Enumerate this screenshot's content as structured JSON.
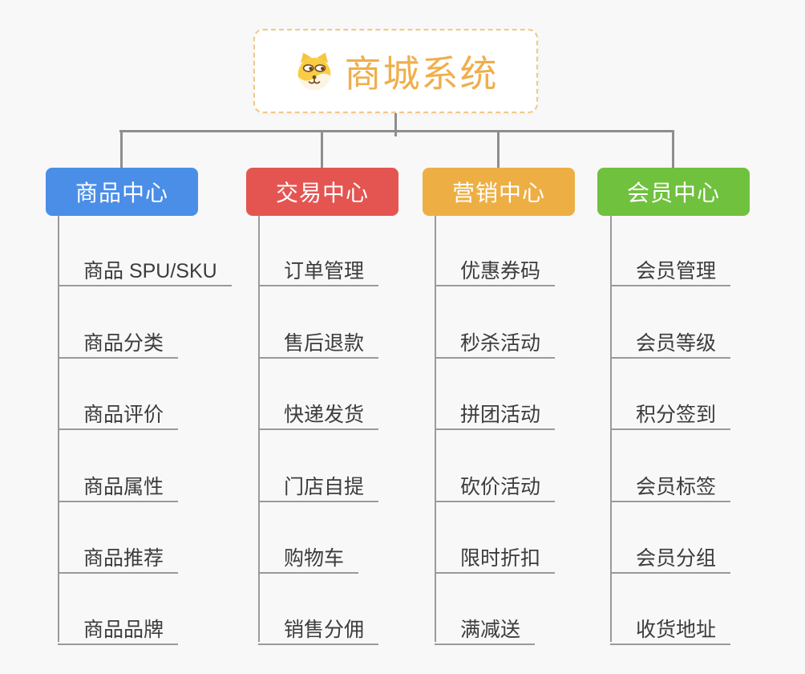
{
  "root": {
    "title": "商城系统",
    "icon": "shiba-dog-icon"
  },
  "branches": [
    {
      "label": "商品中心",
      "color": "#4a8ee8",
      "items": [
        "商品 SPU/SKU",
        "商品分类",
        "商品评价",
        "商品属性",
        "商品推荐",
        "商品品牌"
      ]
    },
    {
      "label": "交易中心",
      "color": "#e45552",
      "items": [
        "订单管理",
        "售后退款",
        "快递发货",
        "门店自提",
        "购物车",
        "销售分佣"
      ]
    },
    {
      "label": "营销中心",
      "color": "#edaf43",
      "items": [
        "优惠券码",
        "秒杀活动",
        "拼团活动",
        "砍价活动",
        "限时折扣",
        "满减送"
      ]
    },
    {
      "label": "会员中心",
      "color": "#70c13e",
      "items": [
        "会员管理",
        "会员等级",
        "积分签到",
        "会员标签",
        "会员分组",
        "收货地址"
      ]
    }
  ],
  "style_tokens": {
    "background": "#f8f8f8",
    "root_title_color": "#f0ae4c",
    "root_border_color": "#f3c783",
    "connector_color": "#8e8e8e",
    "underline_color": "#9a9a9a",
    "item_text_color": "#3c3c3c"
  }
}
